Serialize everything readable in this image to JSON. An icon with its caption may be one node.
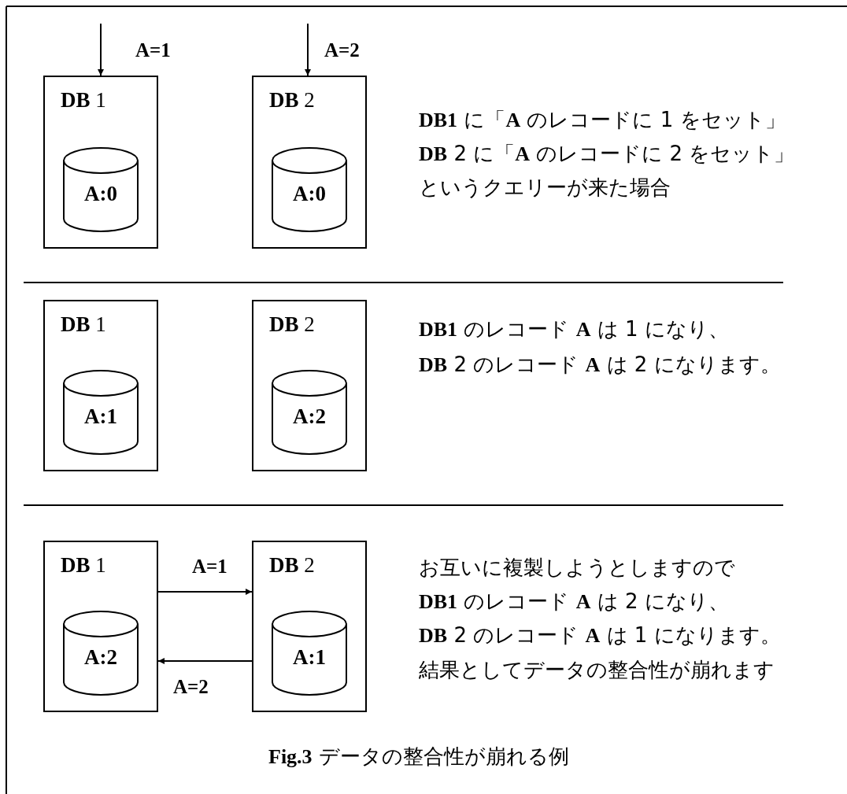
{
  "diagram": {
    "caption": "**Fig.3**  データの整合性が崩れる例",
    "nodes": [
      {
        "text": [
          "**DB** 1"
        ]
      },
      {
        "text": [
          "A:0"
        ],
        "in": 0
      },
      {
        "text": [
          "**DB** 2"
        ]
      },
      {
        "text": [
          "A:0"
        ],
        "in": 2
      },
      {
        "text": [
          "**DB** 1"
        ]
      },
      {
        "text": [
          "A:1"
        ],
        "in": 4
      },
      {
        "text": [
          "**DB** 2"
        ]
      },
      {
        "text": [
          "A:2"
        ],
        "in": 6
      },
      {
        "text": [
          "**DB** 1"
        ]
      },
      {
        "text": [
          "A:2"
        ],
        "in": 8
      },
      {
        "text": [
          "**DB** 2"
        ]
      },
      {
        "text": [
          "A:1"
        ],
        "in": 10
      }
    ],
    "edges": [
      {
        "from": null,
        "to": 0,
        "arrow": "to",
        "label": "A=1"
      },
      {
        "from": null,
        "to": 2,
        "arrow": "to",
        "label": "A=2"
      },
      {
        "from": 8,
        "to": 10,
        "arrow": "to",
        "label": "A=1"
      },
      {
        "from": 10,
        "to": 8,
        "arrow": "to",
        "label": "A=2"
      }
    ],
    "labels": [
      "**DB1** に「**A** のレコードに 1 をセット」",
      "**DB** 2 に「**A** のレコードに 2 をセット」",
      "というクエリーが来た場合",
      "**DB1** のレコード **A** は 1 になり、",
      "**DB** 2 のレコード **A** は 2 になります。",
      "お互いに複製しようとしますので",
      "**DB1** のレコード **A** は 2 になり、",
      "**DB** 2 のレコード **A** は 1 になります。",
      "結果としてデータの整合性が崩れます"
    ]
  }
}
